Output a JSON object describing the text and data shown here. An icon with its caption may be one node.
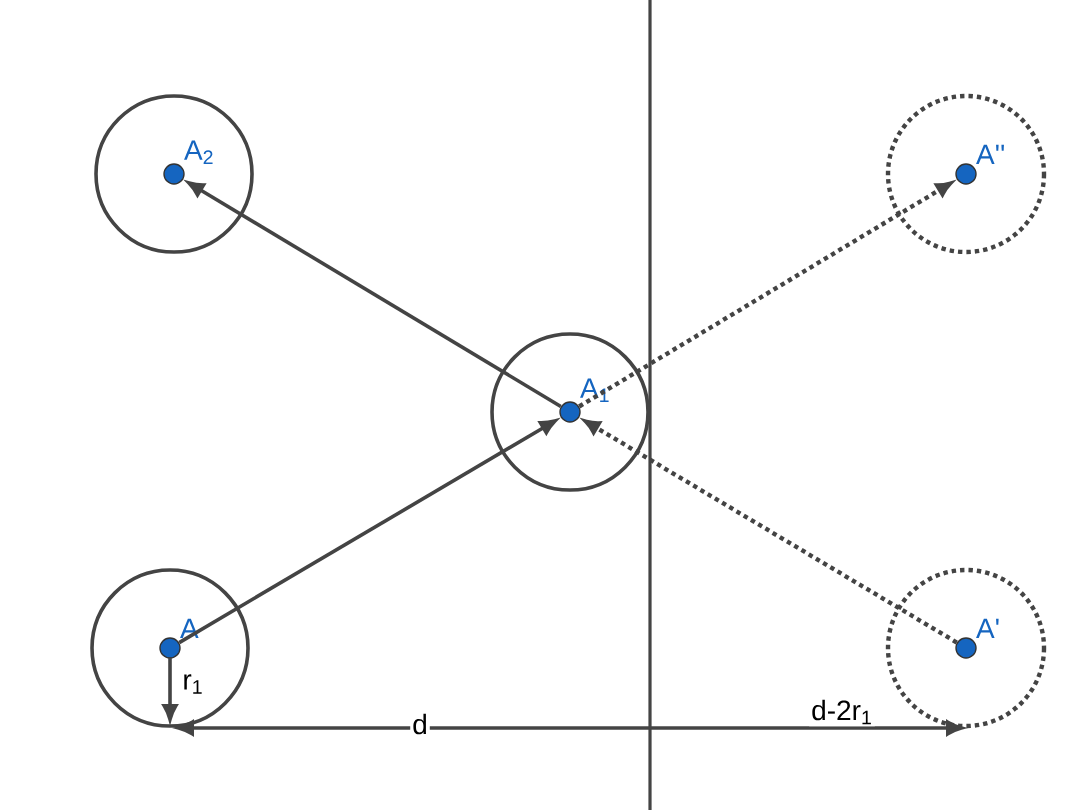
{
  "diagram": {
    "nodes": [
      {
        "text": [
          "A$_{2}$"
        ]
      },
      {
        "text": [
          "A''"
        ]
      },
      {
        "text": [
          "A$_{1}$"
        ]
      },
      {
        "text": [
          "A"
        ]
      },
      {
        "text": [
          "A'"
        ]
      }
    ],
    "edges": [
      {
        "from": 3,
        "to": 2,
        "arrow": "to"
      },
      {
        "from": 2,
        "to": 0,
        "arrow": "to"
      },
      {
        "from": 2,
        "to": 1,
        "arrow": "to",
        "style": "dashed"
      },
      {
        "from": 4,
        "to": 2,
        "arrow": "to",
        "style": "dashed"
      }
    ],
    "labels": [
      "r$_{1}$",
      "d",
      "d-2r$_{1}$"
    ]
  }
}
